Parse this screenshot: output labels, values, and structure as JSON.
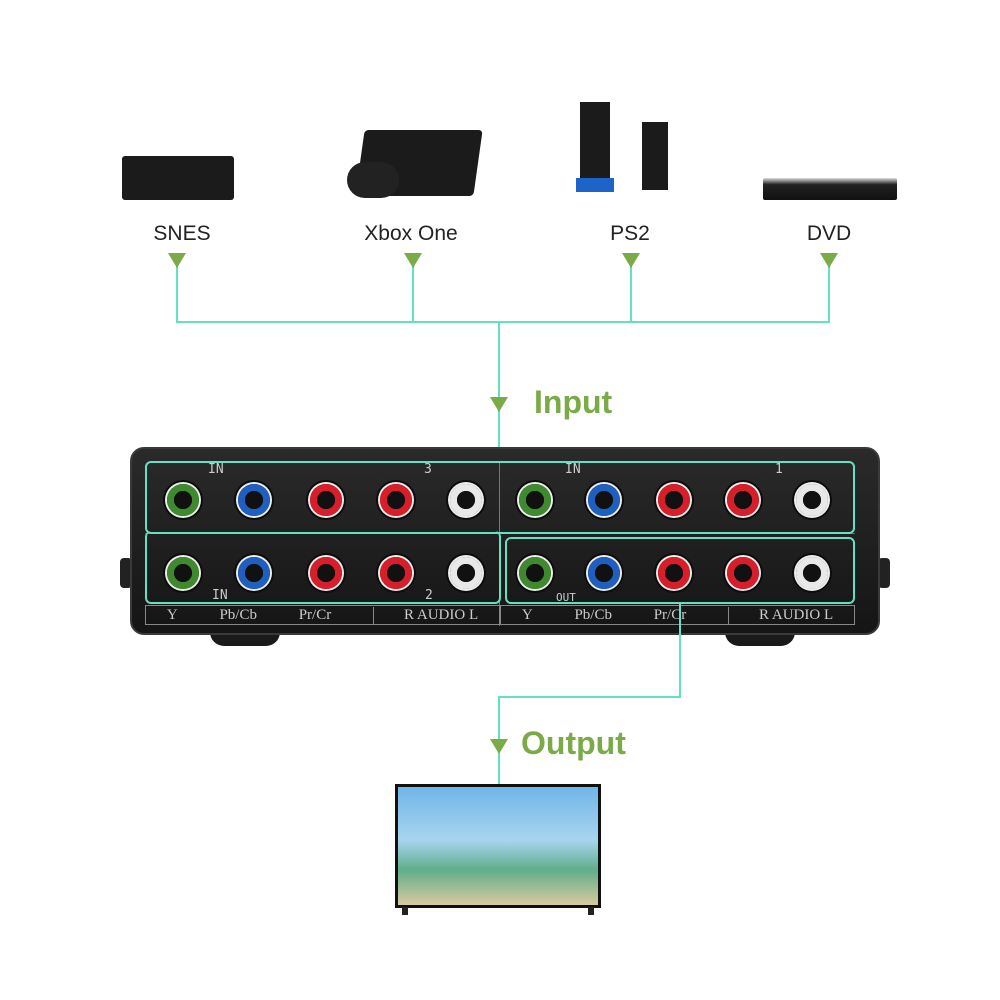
{
  "sources": [
    {
      "label": "SNES",
      "icon": "set-top-box-icon"
    },
    {
      "label": "Xbox One",
      "icon": "xbox-console-icon"
    },
    {
      "label": "PS2",
      "icon": "ps2-console-icon"
    },
    {
      "label": "DVD",
      "icon": "dvd-player-icon"
    }
  ],
  "input_label": "Input",
  "output_label": "Output",
  "switch": {
    "in3_label": "IN",
    "in3_num": "3",
    "in1_label": "IN",
    "in1_num": "1",
    "in2_label": "IN",
    "in2_num": "2",
    "out_label": "OUT",
    "strip_left": [
      "Y",
      "Pb/Cb",
      "Pr/Cr",
      "R AUDIO L"
    ],
    "strip_right": [
      "Y",
      "Pb/Cb",
      "Pr/Cr",
      "R AUDIO L"
    ],
    "jack_colors": [
      "#3f8a2e",
      "#1f5fc0",
      "#d81e2a",
      "#d81e2a",
      "#e8e8e8"
    ]
  },
  "colors": {
    "line": "#63e2c2",
    "accent": "#7aab48"
  }
}
